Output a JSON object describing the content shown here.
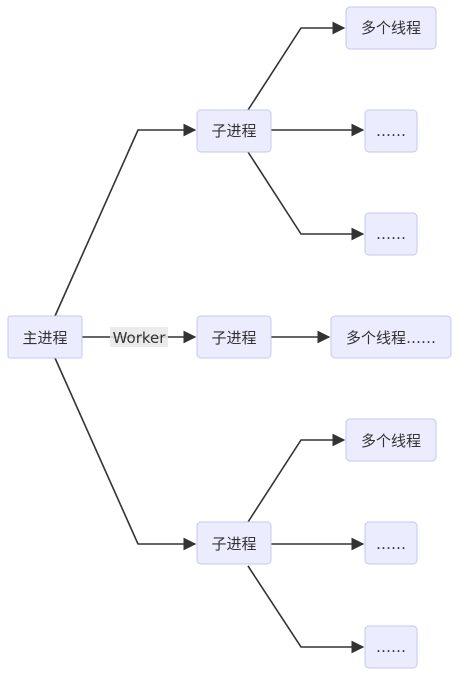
{
  "nodes": {
    "main": {
      "label": "主进程"
    },
    "child_top": {
      "label": "子进程"
    },
    "child_mid": {
      "label": "子进程"
    },
    "child_bottom": {
      "label": "子进程"
    },
    "threads_top_1": {
      "label": "多个线程"
    },
    "threads_top_2": {
      "label": "……"
    },
    "threads_top_3": {
      "label": "……"
    },
    "threads_mid": {
      "label": "多个线程……"
    },
    "threads_bottom_1": {
      "label": "多个线程"
    },
    "threads_bottom_2": {
      "label": "……"
    },
    "threads_bottom_3": {
      "label": "……"
    }
  },
  "edges": {
    "worker_label": "Worker"
  },
  "colors": {
    "node_fill": "#ececff",
    "node_stroke": "#c6c6f0",
    "edge": "#333333"
  }
}
